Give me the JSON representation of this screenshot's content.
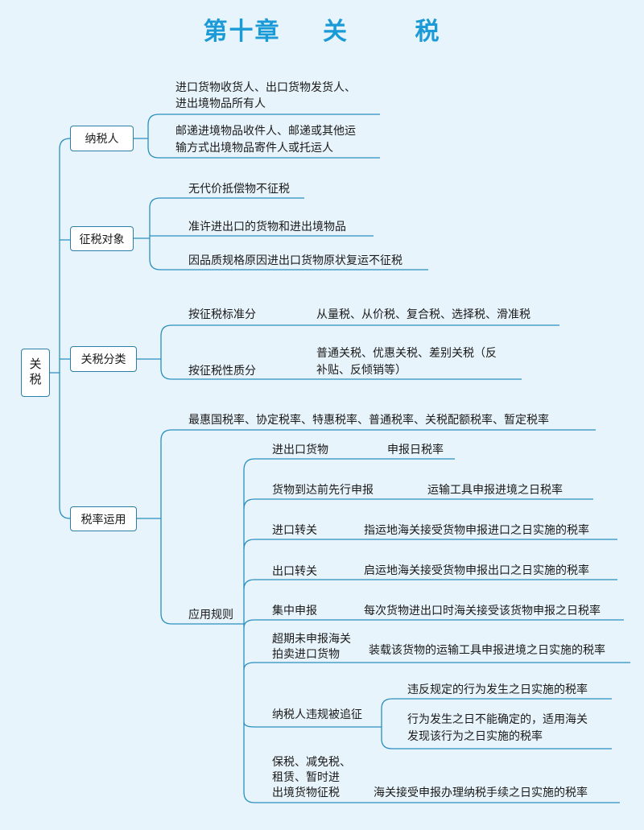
{
  "title": [
    "第十章",
    "关",
    "税"
  ],
  "root": "关税",
  "branches": {
    "nashui": {
      "label": "纳税人",
      "items": [
        "进口货物收货人、出口货物发货人、",
        "进出境物品所有人",
        "邮递进境物品收件人、邮递或其他运",
        "输方式出境物品寄件人或托运人"
      ]
    },
    "zhengshui": {
      "label": "征税对象",
      "items": [
        "无代价抵偿物不征税",
        "准许进出口的货物和进出境物品",
        "因品质规格原因进出口货物原状复运不征税"
      ]
    },
    "fenlei": {
      "label": "关税分类",
      "by_standard": "按征税标准分",
      "by_standard_detail": "从量税、从价税、复合税、选择税、滑准税",
      "by_nature": "按征税性质分",
      "by_nature_detail": [
        "普通关税、优惠关税、差别关税（反",
        "补贴、反倾销等）"
      ]
    },
    "shuilv": {
      "label": "税率运用",
      "rates": "最惠国税率、协定税率、特惠税率、普通税率、关税配额税率、暂定税率",
      "rule_label": "应用规则",
      "rules": [
        {
          "case": "进出口货物",
          "rate": "申报日税率"
        },
        {
          "case": "货物到达前先行申报",
          "rate": "运输工具申报进境之日税率"
        },
        {
          "case": "进口转关",
          "rate": "指运地海关接受货物申报进口之日实施的税率"
        },
        {
          "case": "出口转关",
          "rate": "启运地海关接受货物申报出口之日实施的税率"
        },
        {
          "case": "集中申报",
          "rate": "每次货物进出口时海关接受该货物申报之日税率"
        },
        {
          "case": [
            "超期未申报海关",
            "拍卖进口货物"
          ],
          "rate": "装载该货物的运输工具申报进境之日实施的税率"
        },
        {
          "case": "纳税人违规被追征",
          "rate": "违反规定的行为发生之日实施的税率",
          "rate2": [
            "行为发生之日不能确定的，适用海关",
            "发现该行为之日实施的税率"
          ]
        },
        {
          "case": [
            "保税、减免税、",
            "租赁、暂时进",
            "出境货物征税"
          ],
          "rate": "海关接受申报办理纳税手续之日实施的税率"
        }
      ]
    }
  }
}
